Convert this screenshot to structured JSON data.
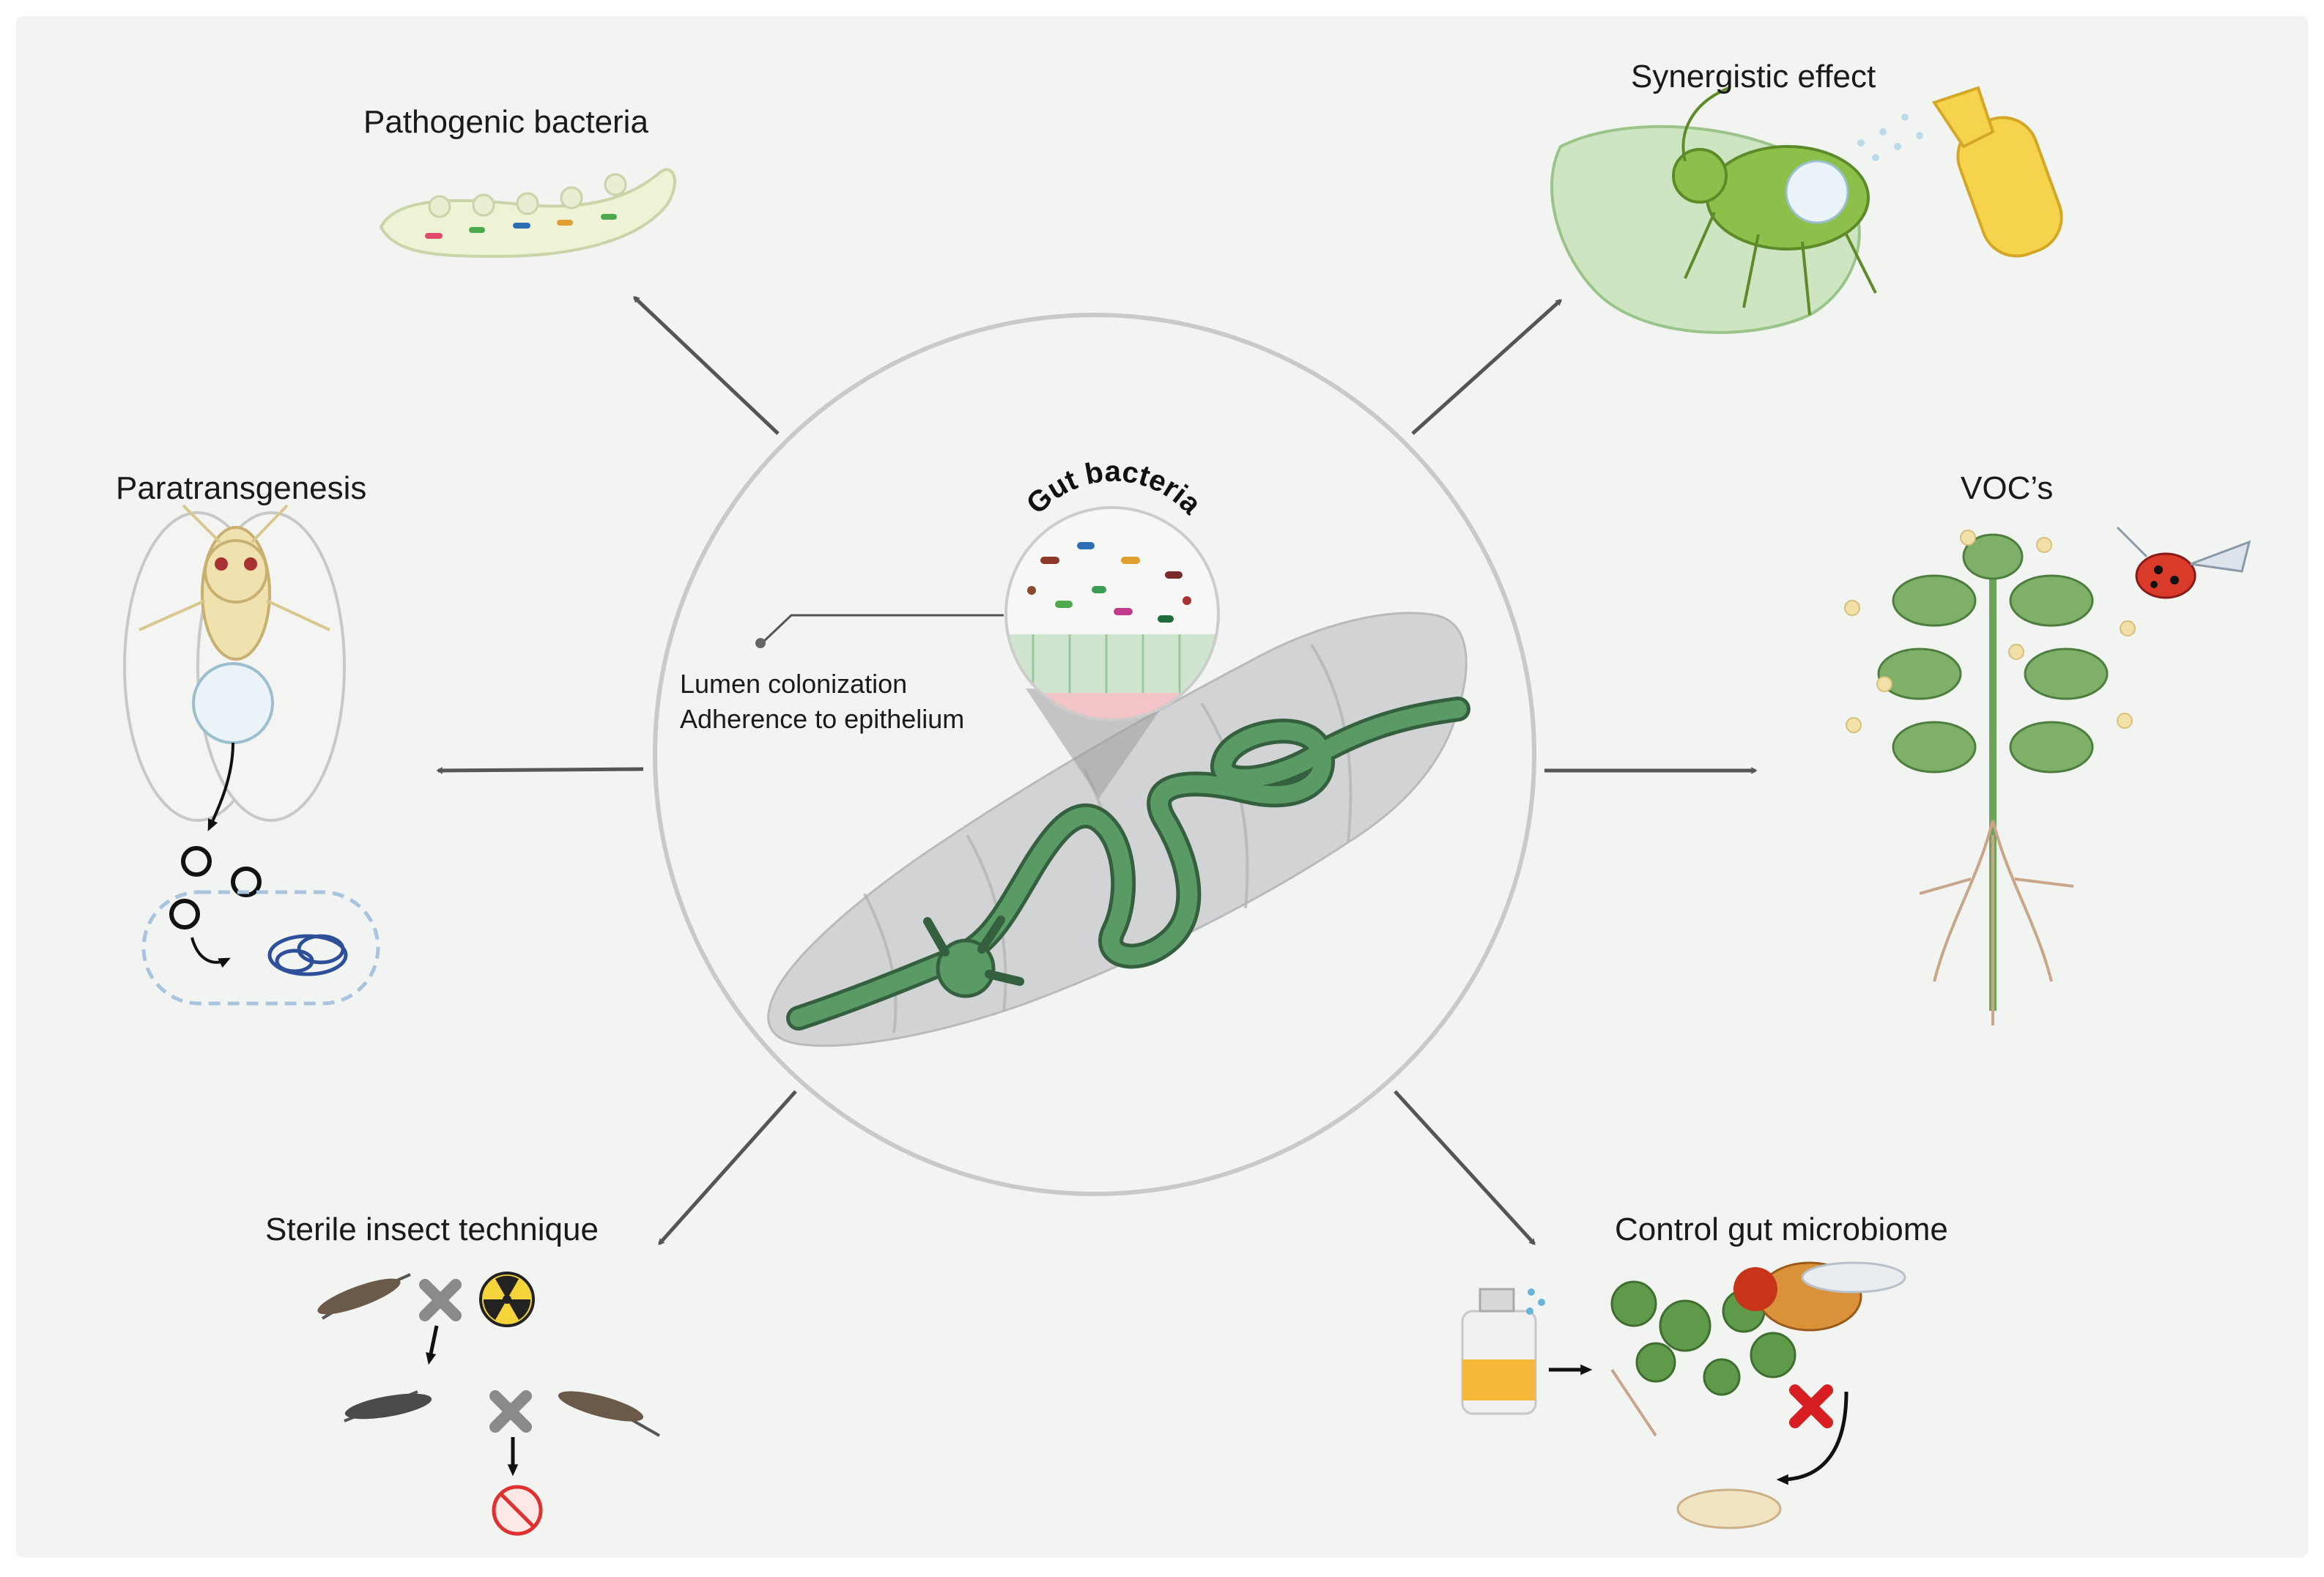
{
  "center": {
    "inset_title": "Gut bacteria",
    "note_line1": "Lumen colonization",
    "note_line2": "Adherence to epithelium"
  },
  "branches": {
    "pathogenic": "Pathogenic bacteria",
    "synergistic": "Synergistic effect",
    "paratransgenesis": "Paratransgenesis",
    "voc": "VOC’s",
    "sterile": "Sterile insect technique",
    "control": "Control gut microbiome"
  },
  "icons": {
    "center": "larva-gut-icon",
    "pathogenic": "caterpillar-icon",
    "synergistic": "aphid-sprayer-icon",
    "paratransgenesis": "whitefly-plasmid-icon",
    "voc": "plant-ladybug-icon",
    "sterile": "mosquito-radiation-icon",
    "control": "fly-spray-icon"
  },
  "colors": {
    "background": "#f2f4f1",
    "gut_green": "#4f8a59",
    "larva_gray": "#d2d3d4",
    "arrow": "#555555",
    "circle": "#c9c9c9"
  }
}
